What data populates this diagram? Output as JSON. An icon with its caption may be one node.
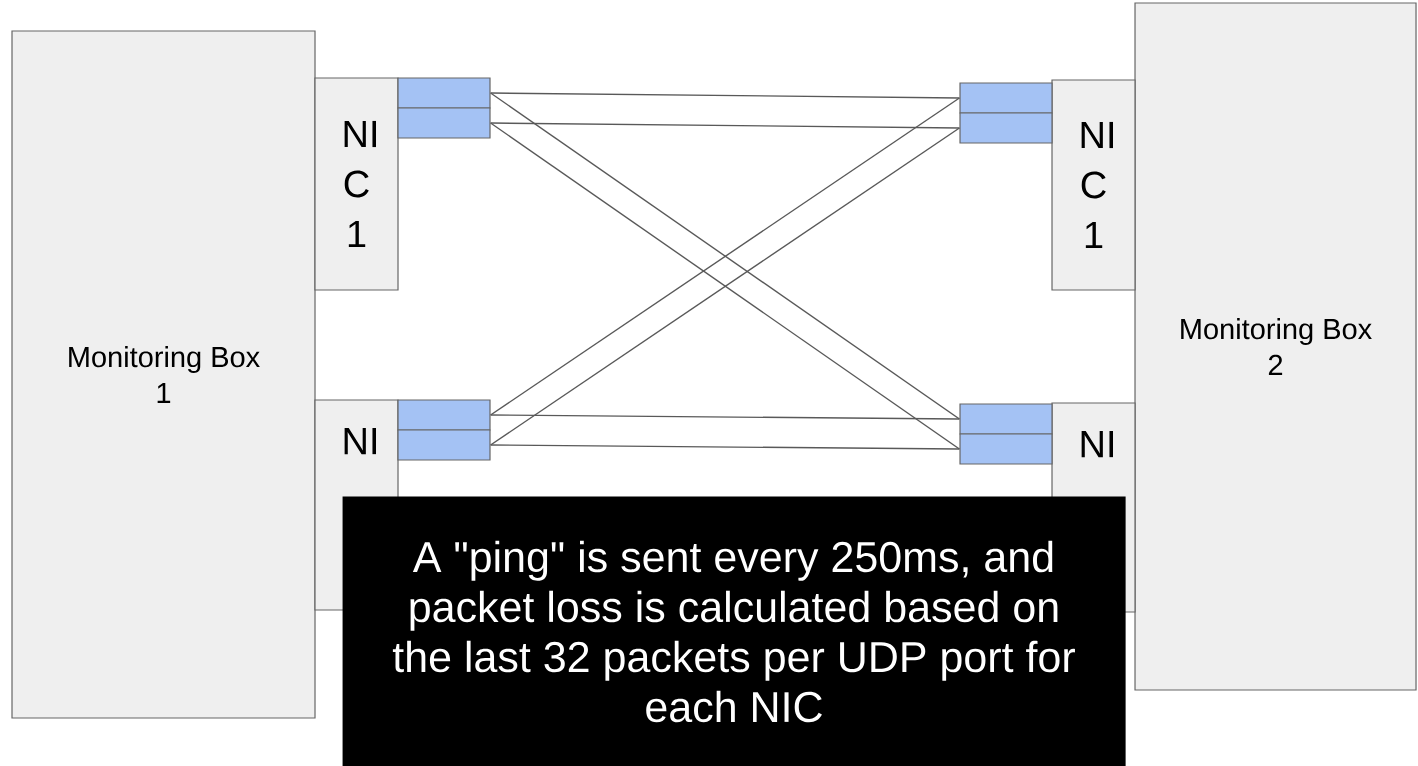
{
  "diagram": {
    "nodes": [
      {
        "text": [
          "Monitoring Box 1"
        ]
      },
      {
        "text": [
          "NI C 1"
        ]
      },
      {
        "text": [
          "NI"
        ]
      },
      {
        "text": [],
        "shape": "box"
      },
      {
        "text": [],
        "shape": "box"
      },
      {
        "text": [],
        "shape": "box"
      },
      {
        "text": [],
        "shape": "box"
      },
      {
        "text": [],
        "shape": "box"
      },
      {
        "text": [],
        "shape": "box"
      },
      {
        "text": [],
        "shape": "box"
      },
      {
        "text": [],
        "shape": "box"
      },
      {
        "text": [
          "NI C 1"
        ]
      },
      {
        "text": [
          "NI"
        ]
      },
      {
        "text": [
          "Monitoring Box 2"
        ]
      },
      {
        "text": [
          "A \"ping\" is sent every 250ms, and packet loss is calculated based on the last 32 packets per UDP port for each NIC"
        ]
      }
    ],
    "edges": [
      {
        "from": 3,
        "to": 7,
        "arrow": "none"
      },
      {
        "from": 4,
        "to": 8,
        "arrow": "none"
      },
      {
        "from": 3,
        "to": 9,
        "arrow": "none"
      },
      {
        "from": 4,
        "to": 10,
        "arrow": "none"
      },
      {
        "from": 5,
        "to": 7,
        "arrow": "none"
      },
      {
        "from": 6,
        "to": 8,
        "arrow": "none"
      },
      {
        "from": 5,
        "to": 9,
        "arrow": "none"
      },
      {
        "from": 6,
        "to": 10,
        "arrow": "none"
      }
    ]
  }
}
